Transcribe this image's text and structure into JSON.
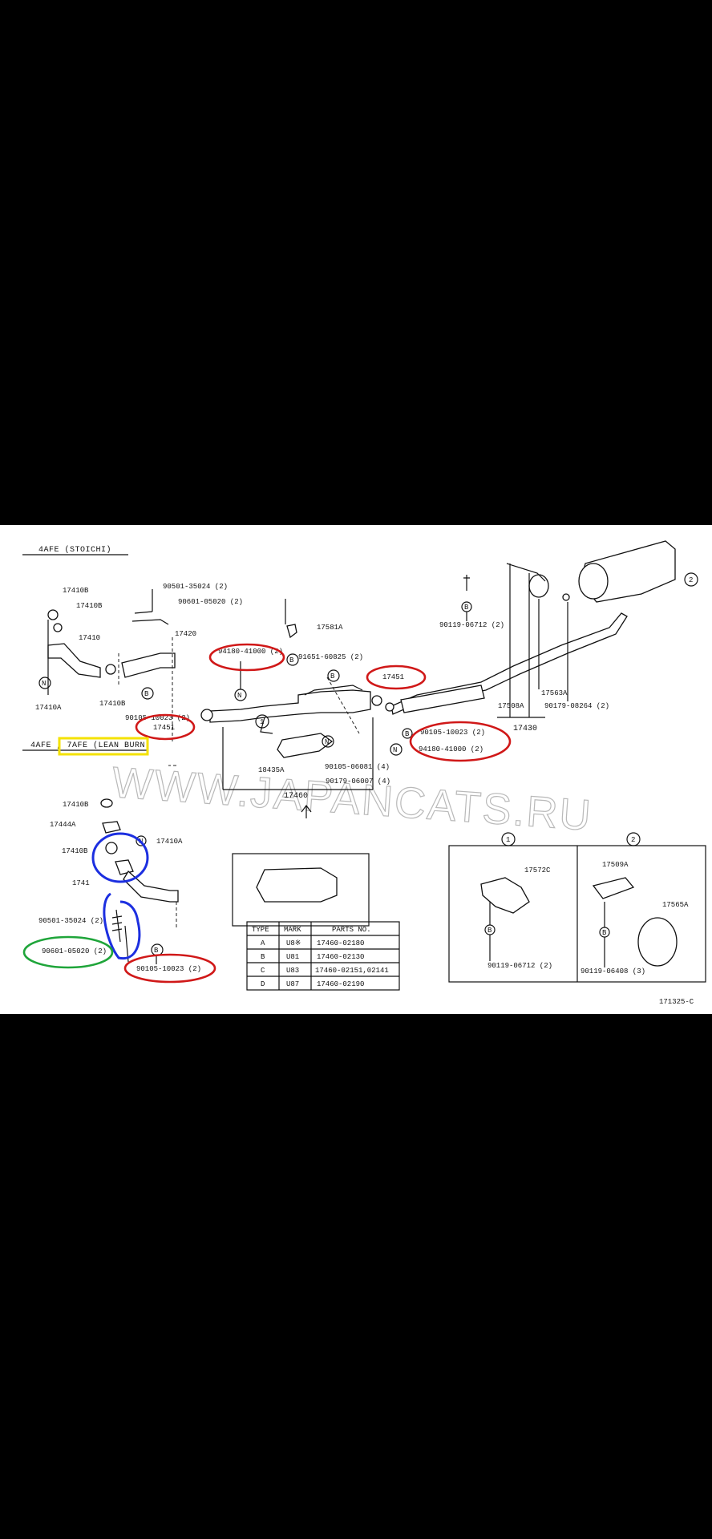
{
  "headers": {
    "top": "4AFE  (STOICHI)",
    "lower": "4AFE , 7AFE  (LEAN BURN)"
  },
  "watermark": "WWW.JAPANCATS.RU",
  "figure_number": "171325-C",
  "callouts": {
    "one": "1",
    "two": "2"
  },
  "circle_letters": {
    "n": "N",
    "b": "B"
  },
  "labels": {
    "p17410B_a": "17410B",
    "p17410B_b": "17410B",
    "p17410": "17410",
    "p17410A": "17410A",
    "p17410B_c": "17410B",
    "p90501_top": "90501-35024 (2)",
    "p90601_top": "90601-05020 (2)",
    "p17420": "17420",
    "p90105_left": "90105-10023 (2)",
    "p94180_top": "94180-41000 (2)",
    "p17581A": "17581A",
    "p91651": "91651-60825 (2)",
    "p17451_right": "17451",
    "p90119_top": "90119-06712 (2)",
    "p17563A": "17563A",
    "p17508A": "17508A",
    "p90179_08264": "90179-08264 (2)",
    "p17430": "17430",
    "p90105_mid": "90105-10023 (2)",
    "p94180_mid": "94180-41000 (2)",
    "p17451_left": "17451",
    "p18435A": "18435A",
    "p90105_06081": "90105-06081 (4)",
    "p90179_06007": "90179-06007 (4)",
    "p17460": "17460",
    "l17410B": "17410B",
    "l17444A": "17444A",
    "l17410B_2": "17410B",
    "l17410A": "17410A",
    "l17410": "1741",
    "l90501": "90501-35024 (2)",
    "l90601": "90601-05020 (2)",
    "l90105": "90105-10023 (2)",
    "b17572C": "17572C",
    "b90119": "90119-06712 (2)",
    "b17509A": "17509A",
    "b17565A": "17565A",
    "b90119_06408": "90119-06408 (3)"
  },
  "parts_table": {
    "headers": [
      "TYPE",
      "MARK",
      "PARTS NO."
    ],
    "rows": [
      [
        "A",
        "U8※",
        "17460-02180"
      ],
      [
        "B",
        "U81",
        "17460-02130"
      ],
      [
        "C",
        "U83",
        "17460-02151,02141"
      ],
      [
        "D",
        "U87",
        "17460-02190"
      ]
    ]
  },
  "highlight_colors": {
    "red": "#d01818",
    "blue": "#1c2fe0",
    "green": "#1fa53a",
    "yellow": "#f4e200"
  }
}
